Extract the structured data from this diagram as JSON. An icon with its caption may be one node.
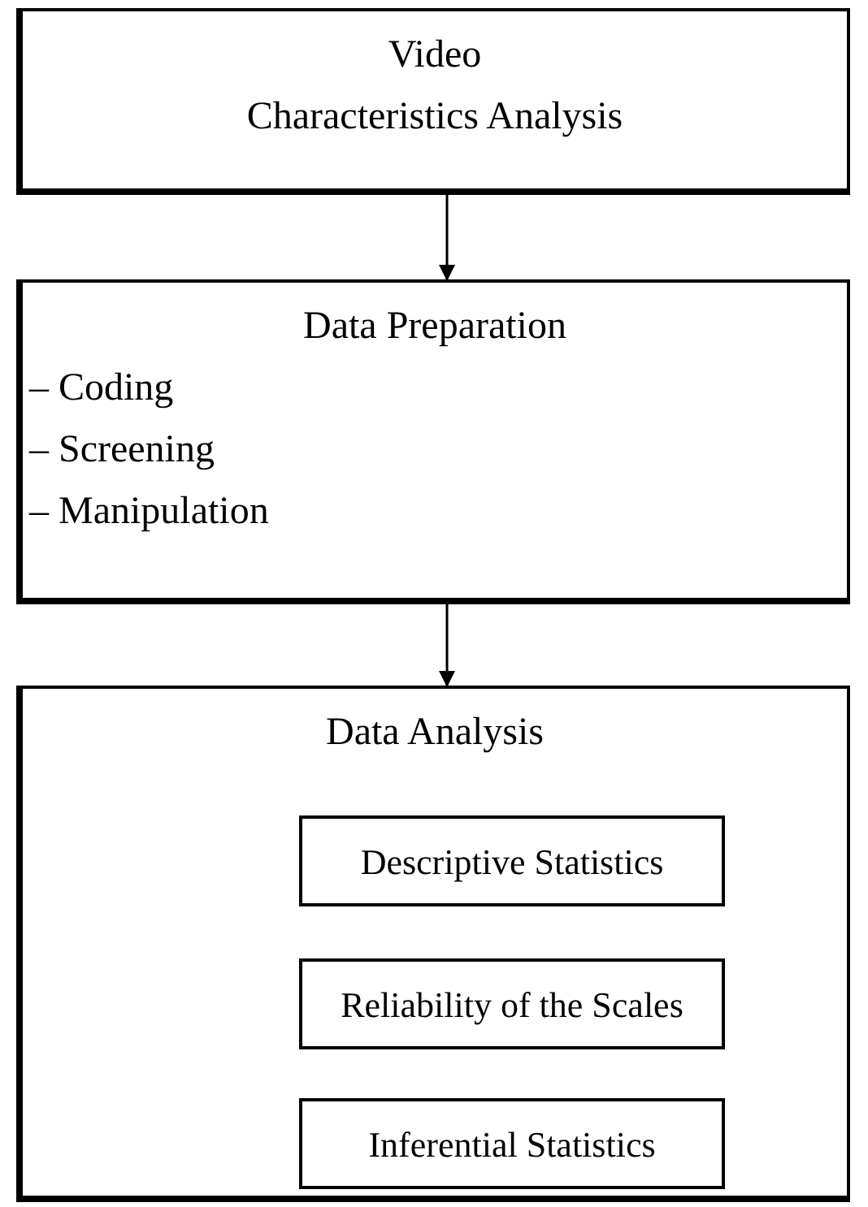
{
  "diagram": {
    "nodes": [
      {
        "text": [
          "Video",
          "Characteristics Analysis"
        ]
      },
      {
        "text": [
          "Data Preparation",
          "– Coding",
          "– Screening",
          "– Manipulation"
        ]
      },
      {
        "text": [
          "Data Analysis"
        ]
      },
      {
        "text": [
          "Descriptive Statistics"
        ],
        "in": 2
      },
      {
        "text": [
          "Reliability of the Scales"
        ],
        "in": 2
      },
      {
        "text": [
          "Inferential Statistics"
        ],
        "in": 2
      }
    ],
    "edges": [
      {
        "from": 0,
        "to": 1,
        "arrow": "to"
      },
      {
        "from": 1,
        "to": 2,
        "arrow": "to"
      }
    ]
  }
}
